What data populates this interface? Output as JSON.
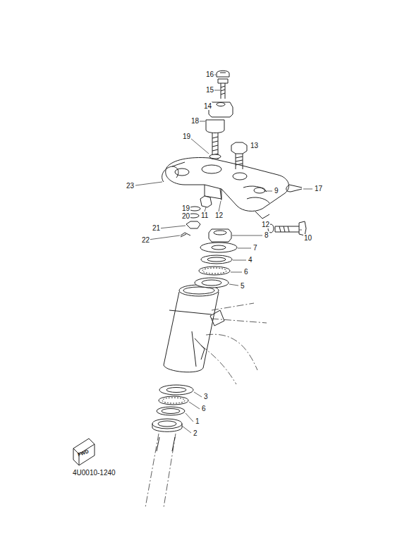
{
  "diagram": {
    "labels": [
      "16",
      "15",
      "14",
      "18",
      "19",
      "13",
      "17",
      "23",
      "9",
      "11",
      "12",
      "12",
      "10",
      "19",
      "20",
      "21",
      "22",
      "8",
      "7",
      "4",
      "6",
      "5",
      "3",
      "6",
      "1",
      "2",
      "FWD",
      "4U0010-1240"
    ]
  }
}
